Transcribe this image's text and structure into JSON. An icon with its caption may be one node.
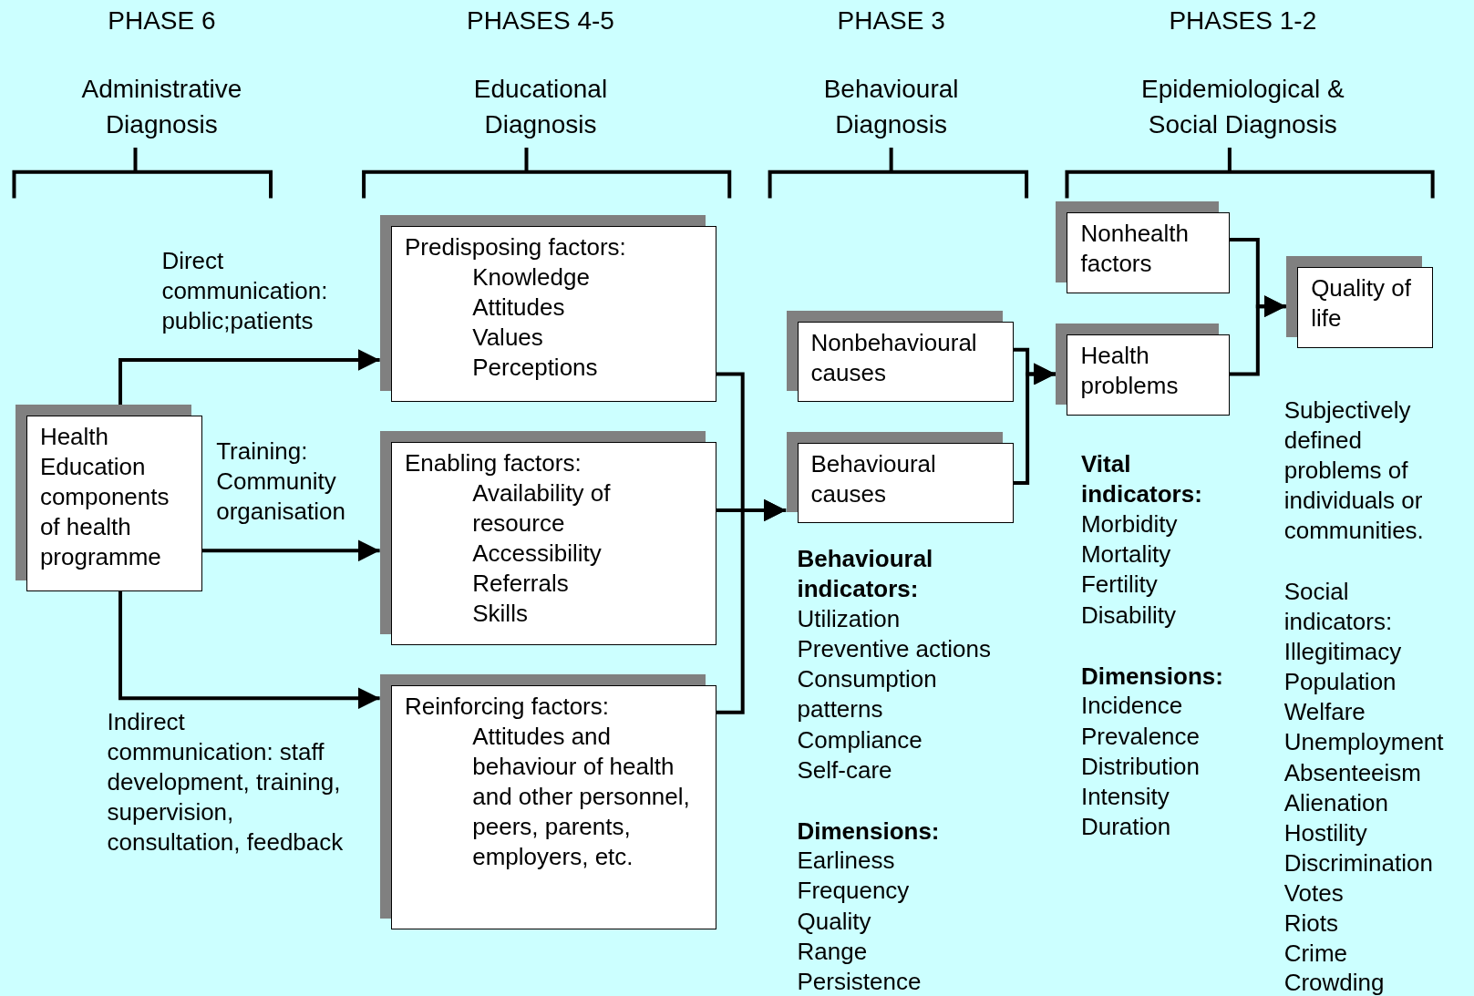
{
  "diagram": {
    "nodes": [
      {
        "text": [
          "Health Education components of health programme"
        ]
      },
      {
        "text": [
          "Predisposing factors:",
          "Knowledge",
          "Attitudes",
          "Values",
          "Perceptions"
        ]
      },
      {
        "text": [
          "Enabling factors:",
          "Availability of resource",
          "Accessibility",
          "Referrals",
          "Skills"
        ]
      },
      {
        "text": [
          "Reinforcing factors:",
          "Attitudes and behaviour of health and other personnel, peers, parents, employers, etc."
        ]
      },
      {
        "text": [
          "Nonbehavioural causes"
        ]
      },
      {
        "text": [
          "Behavioural causes"
        ]
      },
      {
        "text": [
          "Nonhealth factors"
        ]
      },
      {
        "text": [
          "Health problems"
        ]
      },
      {
        "text": [
          "Quality of life"
        ]
      }
    ],
    "edges": [
      {
        "from": 0,
        "to": 1,
        "arrow": "to",
        "label": "Direct communication: public;patients"
      },
      {
        "from": 0,
        "to": 2,
        "arrow": "to",
        "label": "Training: Community organisation"
      },
      {
        "from": 0,
        "to": 3,
        "arrow": "to",
        "label": "Indirect communication: staff development, training, supervision, consultation, feedback"
      },
      {
        "from": 1,
        "to": 5,
        "arrow": "to"
      },
      {
        "from": 2,
        "to": 5,
        "arrow": "to"
      },
      {
        "from": 3,
        "to": 5,
        "arrow": "to"
      },
      {
        "from": 4,
        "to": 7,
        "arrow": "to"
      },
      {
        "from": 5,
        "to": 7,
        "arrow": "to"
      },
      {
        "from": 6,
        "to": 8,
        "arrow": "to"
      },
      {
        "from": 7,
        "to": 8,
        "arrow": "to"
      }
    ],
    "labels": [
      "PHASE 6",
      "PHASES 4-5",
      "PHASE 3",
      "PHASES 1-2",
      "Administrative Diagnosis",
      "Educational Diagnosis",
      "Behavioural Diagnosis",
      "Epidemiological & Social Diagnosis",
      "Subjectively defined problems of individuals or communities.",
      "Vital indicators:",
      "Morbidity",
      "Behavioural indicators:",
      "Mortality",
      "Fertility",
      "Social indicators:",
      "Utilization",
      "Disability",
      "Preventive actions",
      "Illegitimacy",
      "Consumption patterns",
      "Dimensions:",
      "Population",
      "Incidence",
      "Welfare",
      "Compliance",
      "Prevalence",
      "Unemployment",
      "Self-care",
      "Distribution",
      "Absenteeism",
      "Intensity",
      "Alienation",
      "Dimensions:",
      "Duration",
      "Hostility",
      "Earliness",
      "Discrimination",
      "Frequency",
      "Votes",
      "Quality",
      "Riots",
      "Range",
      "Crime",
      "Persistence",
      "Crowding"
    ]
  }
}
